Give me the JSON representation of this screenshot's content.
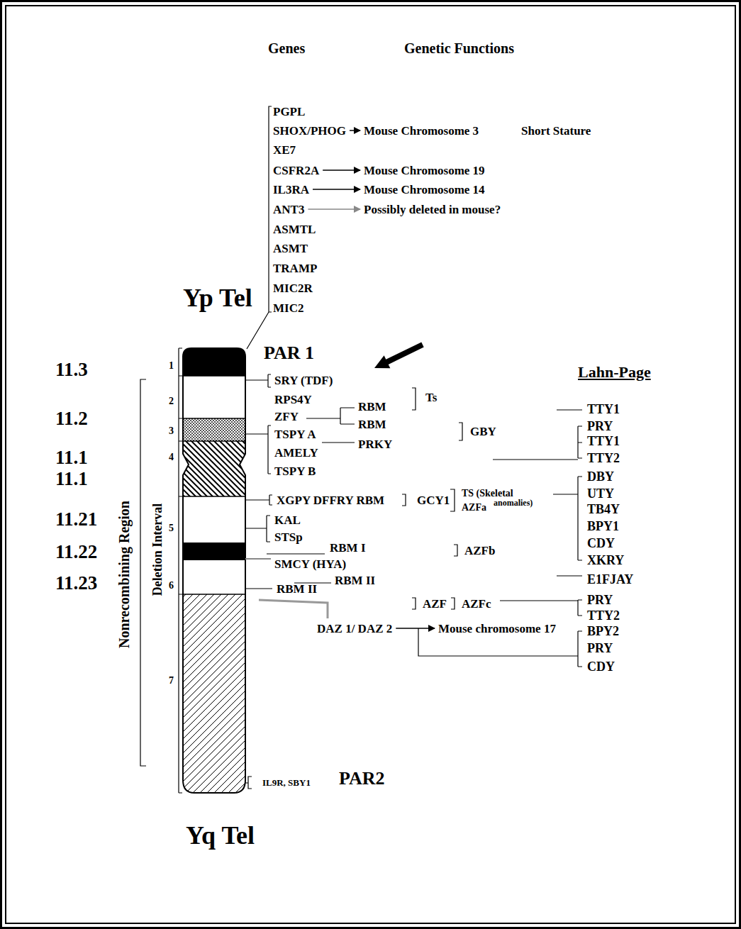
{
  "diagram": {
    "labels": [
      "Genes",
      "Genetic Functions",
      "PGPL",
      "SHOX/PHOG",
      "Mouse Chromosome 3",
      "Short Stature",
      "XE7",
      "CSFR2A",
      "Mouse Chromosome 19",
      "IL3RA",
      "Mouse Chromosome 14",
      "ANT3",
      "Possibly deleted in mouse?",
      "ASMTL",
      "ASMT",
      "TRAMP",
      "MIC2R",
      "MIC2",
      "Yp Tel",
      "PAR 1",
      "11.3",
      "1",
      "SRY (TDF)",
      "Lahn-Page",
      "RPS4Y",
      "2",
      "Ts",
      "RBM",
      "TTY1",
      "ZFY",
      "11.2",
      "RBM",
      "PRY",
      "GBY",
      "3",
      "TSPY A",
      "TTY1",
      "PRKY",
      "AMELY",
      "11.1",
      "4",
      "TTY2",
      "TSPY B",
      "DBY",
      "11.1",
      "Nonrecombining Region",
      "Deletion Interval",
      "TS (Skeletal",
      "UTY",
      "XGPY DFFRY RBM",
      "GCY1",
      "AZFa",
      "anomalies)",
      "TB4Y",
      "11.21",
      "KAL",
      "BPY1",
      "5",
      "STSp",
      "CDY",
      "RBM I",
      "AZFb",
      "11.22",
      "XKRY",
      "SMCY (HYA)",
      "E1FJAY",
      "RBM II",
      "11.23",
      "6",
      "RBM II",
      "PRY",
      "AZF",
      "AZFc",
      "TTY2",
      "DAZ 1/ DAZ 2",
      "Mouse chromosome 17",
      "BPY2",
      "PRY",
      "CDY",
      "7",
      "IL9R, SBY1",
      "PAR2",
      "Yq Tel"
    ]
  }
}
